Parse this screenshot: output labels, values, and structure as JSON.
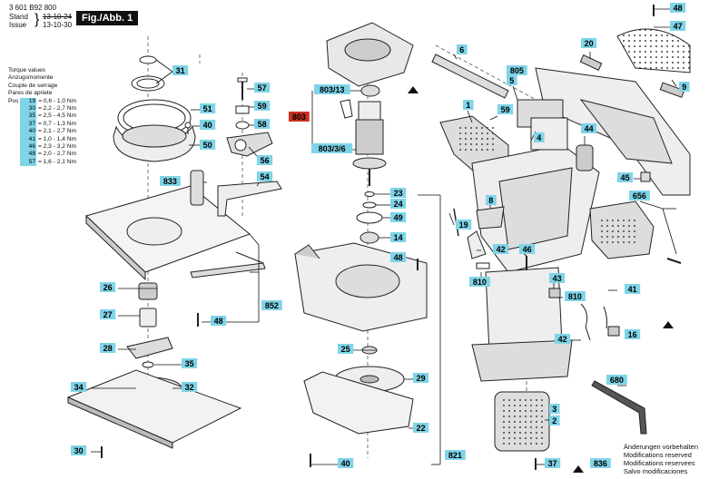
{
  "header": {
    "doc_number": "3 601 B92 800",
    "stand_label": "Stand",
    "issue_label": "Issue",
    "stand_date": "13-10-24",
    "issue_date": "13-10-30",
    "figure_label": "Fig./Abb. 1"
  },
  "torque": {
    "titles": [
      "Torque values",
      "Anzugsmomente",
      "Couple de serrage",
      "Pares de apriete"
    ],
    "pos_label": "Pos",
    "rows": [
      {
        "pos": "19",
        "value": "= 0,6 - 1,0 Nm"
      },
      {
        "pos": "30",
        "value": "= 2,2 - 2,7 Nm"
      },
      {
        "pos": "35",
        "value": "= 2,5 - 4,5 Nm"
      },
      {
        "pos": "37",
        "value": "= 0,7 - 1,3 Nm"
      },
      {
        "pos": "40",
        "value": "= 2,1 - 2,7 Nm"
      },
      {
        "pos": "41",
        "value": "= 1,0 - 1,4 Nm"
      },
      {
        "pos": "46",
        "value": "= 2,3 - 3,2 Nm"
      },
      {
        "pos": "48",
        "value": "= 2,0 - 2,7 Nm"
      },
      {
        "pos": "57",
        "value": "= 1,6 - 2,1 Nm"
      }
    ]
  },
  "labels": {
    "p31": "31",
    "p51": "51",
    "p40a": "40",
    "p50": "50",
    "p57": "57",
    "p59": "59",
    "p58": "58",
    "p56": "56",
    "p54": "54",
    "p833": "833",
    "p852": "852",
    "p48a": "48",
    "p26": "26",
    "p27": "27",
    "p28": "28",
    "p35": "35",
    "p34": "34",
    "p32": "32",
    "p30": "30",
    "p803_13": "803/13",
    "p803": "803",
    "p803_3_6": "803/3/6",
    "p23": "23",
    "p24": "24",
    "p49": "49",
    "p14": "14",
    "p48b": "48",
    "p25": "25",
    "p29": "29",
    "p22": "22",
    "p40b": "40",
    "p821": "821",
    "p6": "6",
    "p805": "805",
    "p5": "5",
    "p1": "1",
    "p59b": "59",
    "p4": "4",
    "p8": "8",
    "p19": "19",
    "p42a": "42",
    "p46": "46",
    "p810a": "810",
    "p43": "43",
    "p810b": "810",
    "p42b": "42",
    "p41": "41",
    "p16": "16",
    "p3": "3",
    "p2": "2",
    "p37": "37",
    "p836": "836",
    "p680": "680",
    "p48c": "48",
    "p47": "47",
    "p20": "20",
    "p9": "9",
    "p44": "44",
    "p45": "45",
    "p656": "656"
  },
  "footer": {
    "lines": [
      "Änderungen vorbehalten",
      "Modifications reserved",
      "Modifications reservees",
      "Salvo modificaciones"
    ]
  },
  "colors": {
    "label_bg": "#7fd4e8",
    "highlight_bg": "#c8321e"
  }
}
